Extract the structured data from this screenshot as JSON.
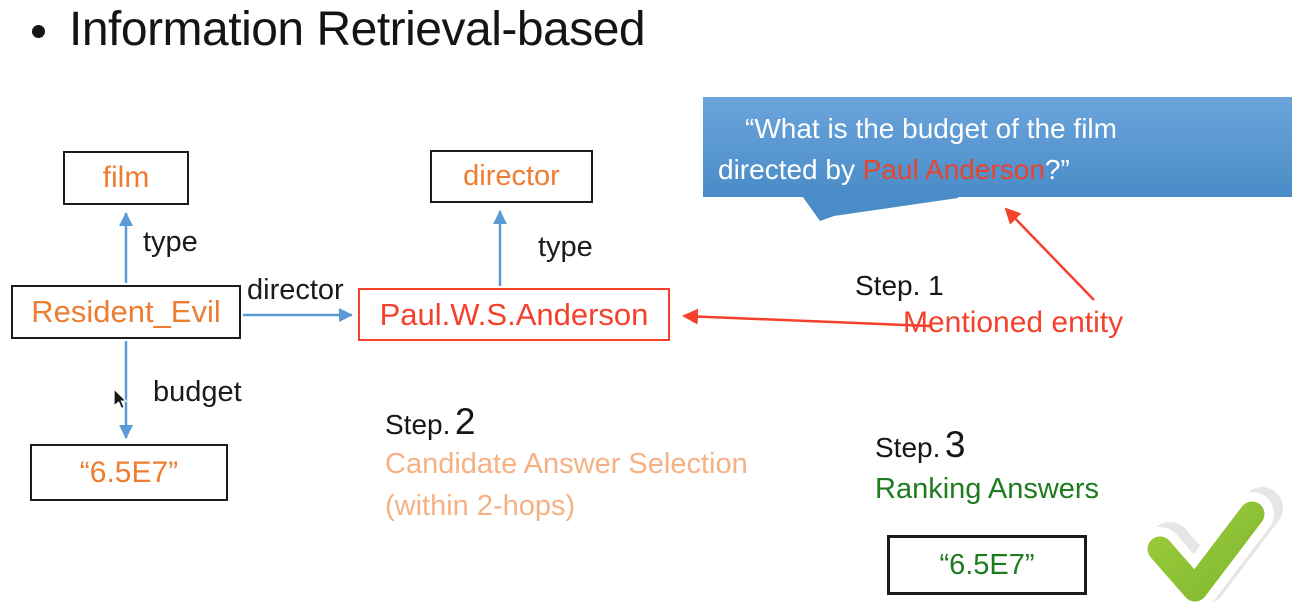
{
  "title": {
    "text": "Information Retrieval-based"
  },
  "bubble": {
    "line1": "“What is the budget of the film",
    "line2_before": "directed by ",
    "entity": "Paul Anderson",
    "line2_after": "?”"
  },
  "graph": {
    "nodes": {
      "film": "film",
      "director_class": "director",
      "resident_evil": "Resident_Evil",
      "paul": "Paul.W.S.Anderson",
      "budget_value": "“6.5E7”"
    },
    "edges": {
      "type_left": "type",
      "type_right": "type",
      "director": "director",
      "budget": "budget"
    }
  },
  "steps": {
    "step1": {
      "label": "Step. 1",
      "caption": "Mentioned entity"
    },
    "step2": {
      "label": "Step.",
      "number": "2",
      "caption_line1": "Candidate Answer Selection",
      "caption_line2": "(within 2-hops)"
    },
    "step3": {
      "label": "Step.",
      "number": "3",
      "caption": "Ranking Answers"
    }
  },
  "answer": {
    "value": "“6.5E7”"
  },
  "icons": {
    "checkmark": "check-icon",
    "cursor": "mouse-cursor-icon"
  },
  "colors": {
    "accent_blue": "#5B9BD5",
    "bubble_top": "#6BA4DB",
    "bubble_bottom": "#4A8CC8",
    "node_orange": "#ED7D31",
    "alert_red": "#F5402C",
    "step2_orange": "#F5B183",
    "answer_green": "#1E7B1E",
    "check_green": "#8DC63F"
  }
}
